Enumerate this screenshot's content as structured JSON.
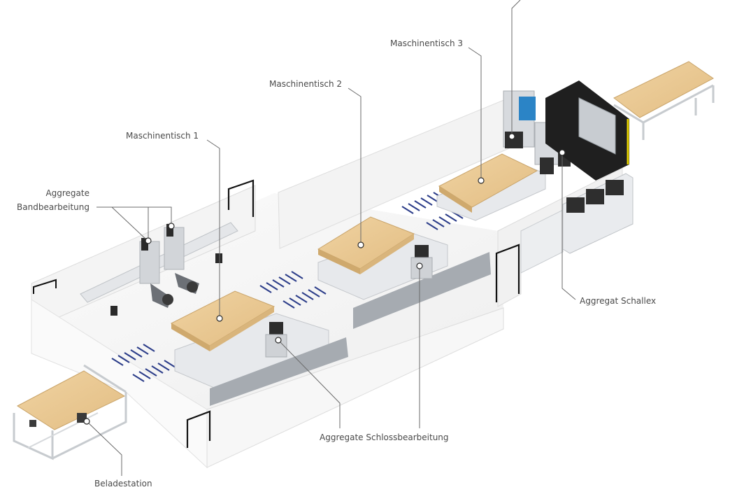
{
  "labels": {
    "maschinentisch_1": "Maschinentisch 1",
    "maschinentisch_2": "Maschinentisch 2",
    "maschinentisch_3": "Maschinentisch 3",
    "aggregate_band_line1": "Aggregate",
    "aggregate_band_line2": "Bandbearbeitung",
    "aggregat_schallex": "Aggregat Schallex",
    "aggregate_schloss": "Aggregate Schlossbearbeitung",
    "beladestation": "Beladestation"
  },
  "colors": {
    "board": "#e9c892",
    "board_edge": "#c9a46a",
    "wall": "#f2f2f2",
    "floor": "#f7f7f7",
    "frame": "#d3d6da",
    "rail": "#2d3e8a",
    "accent_blue": "#2b84c6",
    "machine_dark": "#2e2e2e",
    "yellow": "#e6d200"
  }
}
